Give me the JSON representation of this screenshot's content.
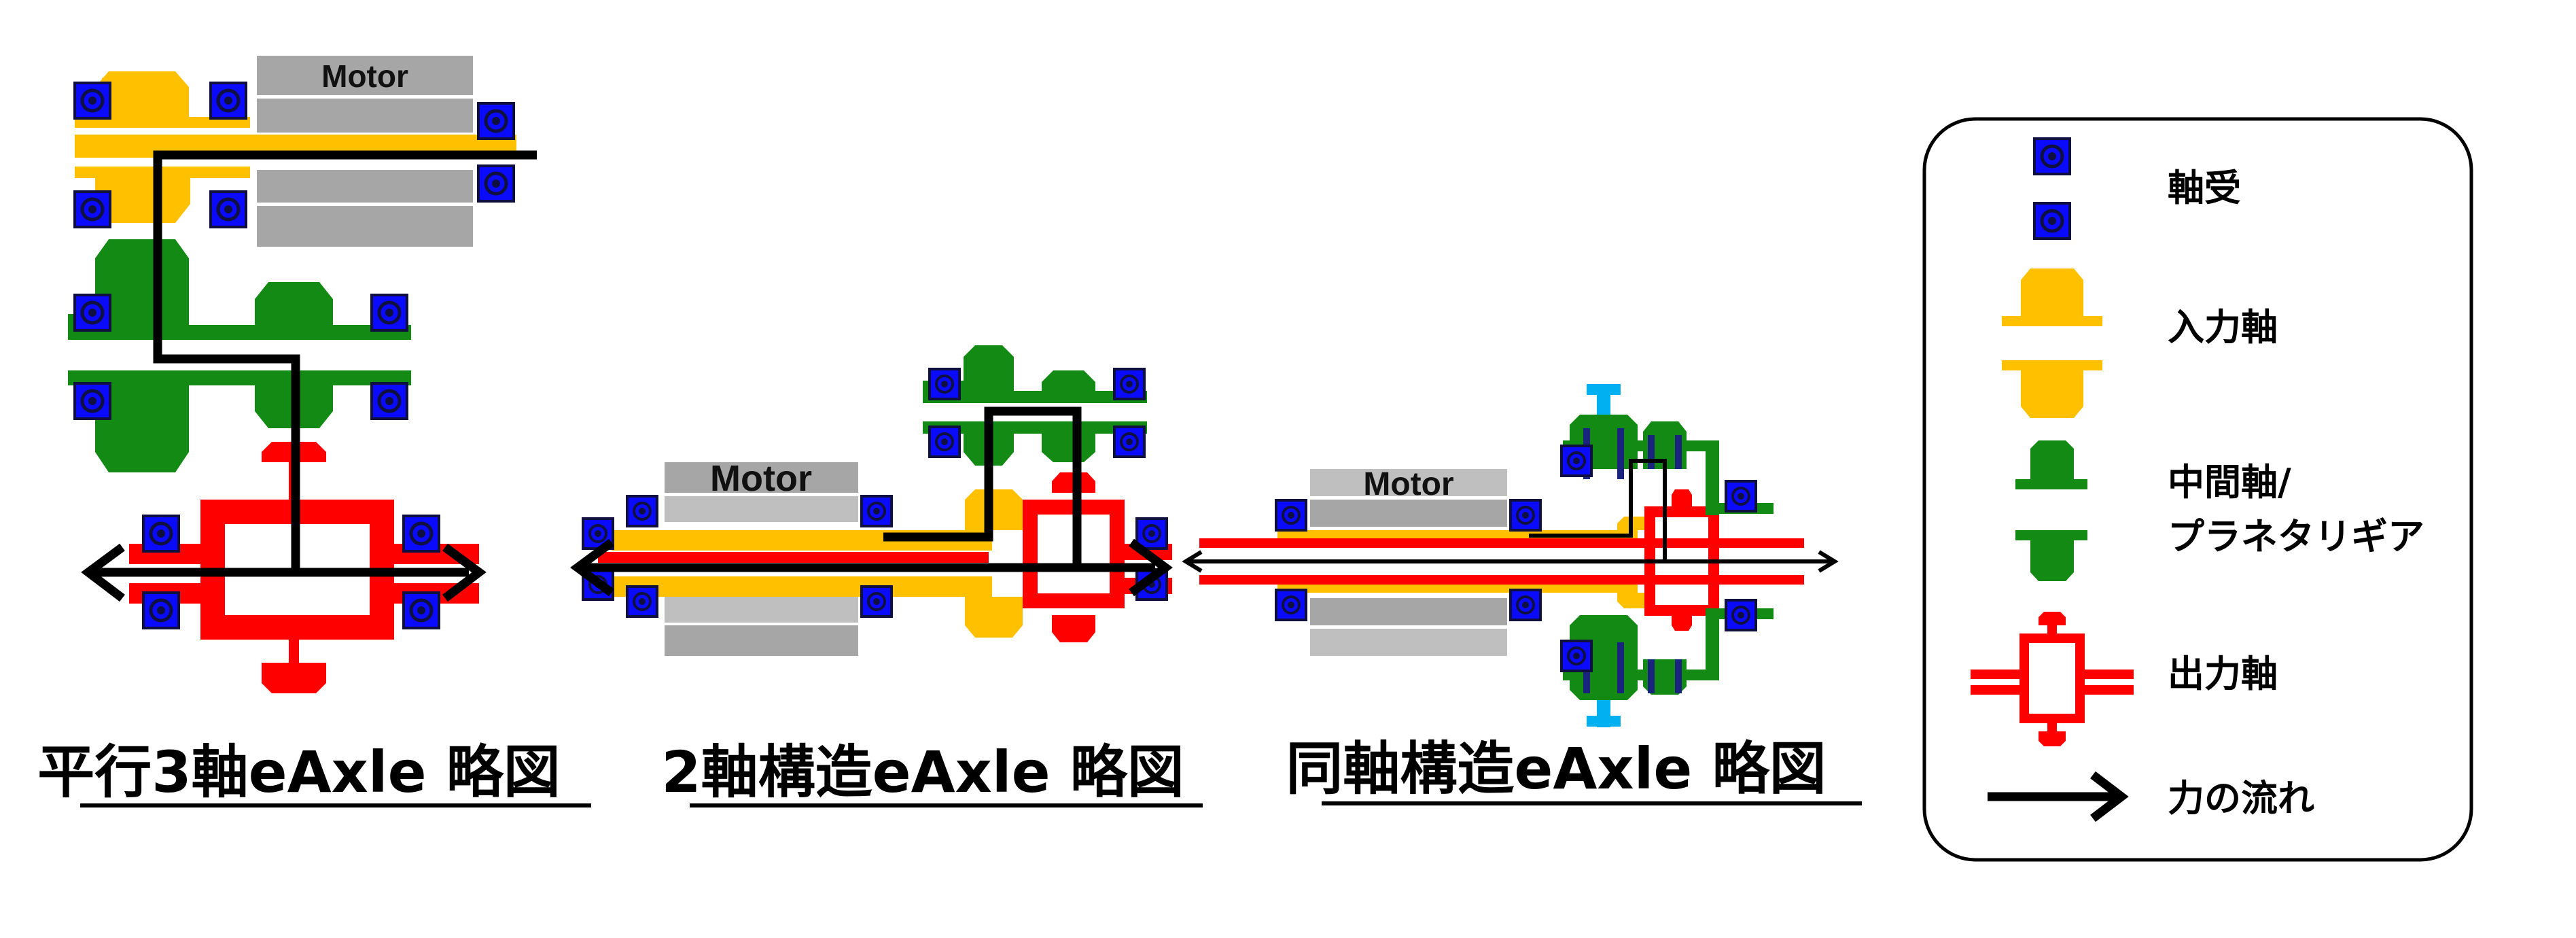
{
  "diagrams": [
    {
      "motor_label": "Motor",
      "caption": "平行3軸eAxle 略図"
    },
    {
      "motor_label": "Motor",
      "caption": "2軸構造eAxle 略図"
    },
    {
      "motor_label": "Motor",
      "caption": "同軸構造eAxle 略図"
    }
  ],
  "legend": {
    "items": [
      {
        "icon": "bearing-icon",
        "label": "軸受"
      },
      {
        "icon": "input-shaft-icon",
        "label": "入力軸"
      },
      {
        "icon": "intermediate-shaft-icon",
        "label_line1": "中間軸/",
        "label_line2": "プラネタリギア"
      },
      {
        "icon": "output-shaft-icon",
        "label": "出力軸"
      },
      {
        "icon": "power-flow-arrow-icon",
        "label": "力の流れ"
      }
    ]
  },
  "colors": {
    "bearing_outer": "#1a237e",
    "bearing_inner": "#0d0dff",
    "input_shaft": "#ffc000",
    "intermediate": "#138a13",
    "output": "#ff0000",
    "motor": "#a6a6a6",
    "motor_light": "#bfbfbf",
    "flow": "#000000",
    "carrier": "#00b0f0"
  }
}
